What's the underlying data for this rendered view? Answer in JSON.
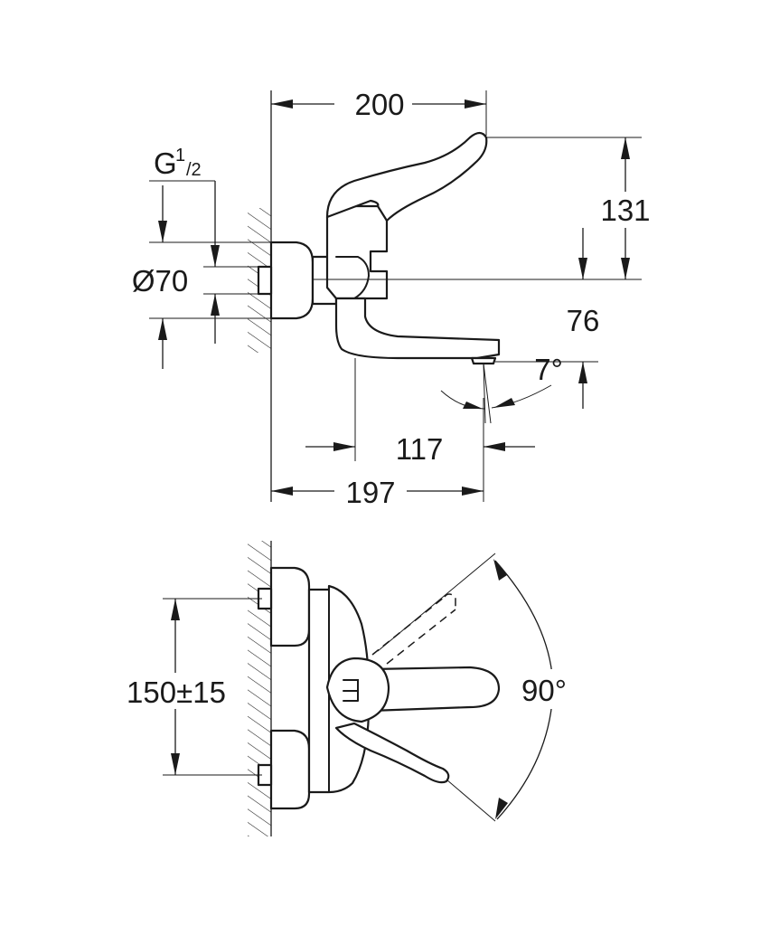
{
  "drawing": {
    "title": "Wall-mounted faucet dimension drawing",
    "side_view": {
      "width_overall": "200",
      "height_to_lever": "131",
      "spout_height": "76",
      "connection_label_main": "G",
      "connection_label_sup": "1",
      "connection_label_sub": "/2",
      "diameter": "Ø70",
      "spout_angle": "7°",
      "spout_projection": "117",
      "depth_to_outlet": "197"
    },
    "top_view": {
      "center_distance": "150±15",
      "lever_rotation": "90°"
    }
  }
}
